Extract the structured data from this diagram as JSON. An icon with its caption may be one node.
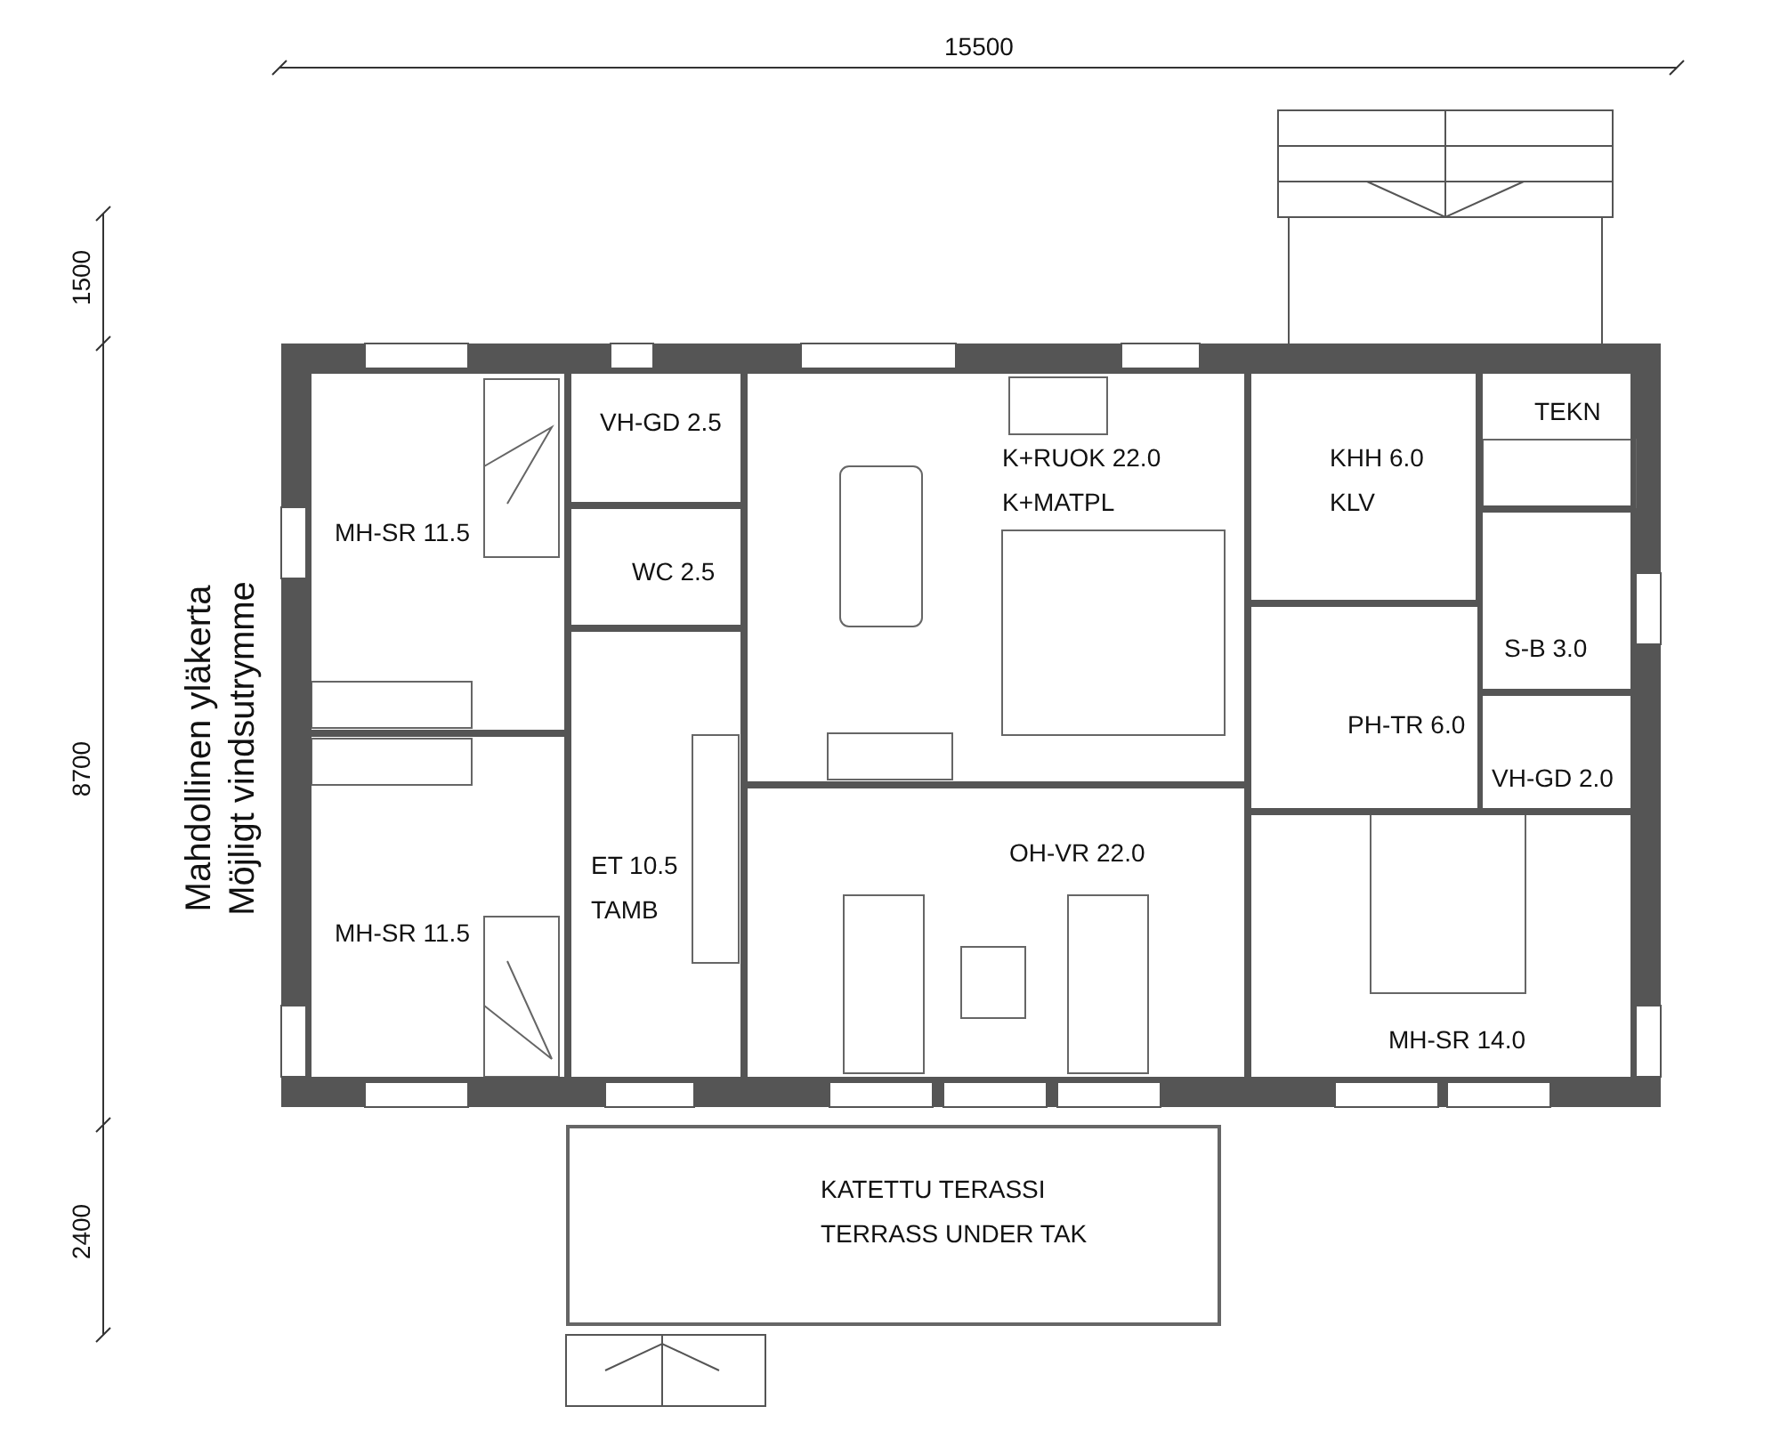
{
  "diagram": {
    "nodes": [
      {
        "text": [
          "MH-SR 11.5"
        ]
      },
      {
        "text": [
          "VH-GD 2.5"
        ]
      },
      {
        "text": [
          "WC 2.5"
        ]
      },
      {
        "text": [
          "K+RUOK 22.0",
          "K+MATPL"
        ]
      },
      {
        "text": [
          "KHH 6.0",
          "KLV"
        ]
      },
      {
        "text": [
          "TEKN"
        ]
      },
      {
        "text": [
          "S-B 3.0"
        ]
      },
      {
        "text": [
          "PH-TR 6.0"
        ]
      },
      {
        "text": [
          "VH-GD 2.0"
        ]
      },
      {
        "text": [
          "MH-SR 11.5"
        ]
      },
      {
        "text": [
          "ET 10.5",
          "TAMB"
        ]
      },
      {
        "text": [
          "OH-VR 22.0"
        ]
      },
      {
        "text": [
          "MH-SR 14.0"
        ]
      },
      {
        "text": [
          "KATETTU TERASSI",
          "TERRASS UNDER TAK"
        ]
      }
    ],
    "edges": [],
    "labels": [
      "15500",
      "1500",
      "Mahdollinen yläkerta",
      "Möjligt vindsutrymme",
      "8700",
      "2400"
    ]
  }
}
